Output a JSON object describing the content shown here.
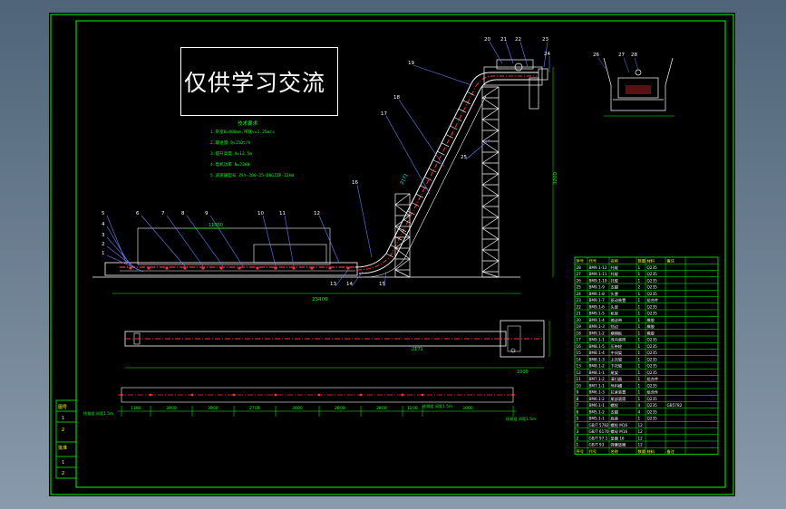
{
  "window": {
    "background": "#6a7f92",
    "paper": "#000000"
  },
  "colors": {
    "frame": "#00ff00",
    "line": "#ffffff",
    "belt": "#ff3030",
    "dim": "#00ff00",
    "leader": "#6f7dff",
    "cyan": "#00ffff",
    "yellow": "#ffff00"
  },
  "watermark": {
    "text": "仅供学习交流"
  },
  "labels": {
    "callouts_side": [
      "5",
      "4",
      "3",
      "2",
      "1",
      "6",
      "7",
      "8",
      "9",
      "10",
      "11",
      "12",
      "13",
      "14",
      "15",
      "16",
      "17",
      "18",
      "19",
      "20",
      "21",
      "22",
      "23",
      "24",
      "25"
    ],
    "callouts_detail": [
      "26",
      "27",
      "28"
    ],
    "dim_total": "23400",
    "dim_height": "3200",
    "dim_len1": "11000",
    "dim_plan": "2171",
    "dim_plan_w": "1000",
    "dim_spacing": [
      "1100",
      "3000",
      "3000",
      "2700",
      "3000",
      "2800",
      "2800",
      "1200",
      "3000"
    ],
    "plan_note_left": "托辊组 间距1.5m",
    "plan_note_right": "托辊组 间距1.5m"
  },
  "notes": {
    "title": "技术要求",
    "lines": [
      "1.带宽B=800mm,带速v=1.25m/s",
      "2.输送量 Q=150t/h",
      "3.提升高度 H=12.5m",
      "4.电机功率 N=22kW",
      "5.减速器型号 ZSY-200-25-DBGZZP-22kW"
    ]
  },
  "bom": {
    "header": [
      "序号",
      "代号",
      "名称",
      "数量",
      "材料",
      "备注"
    ],
    "rows": [
      [
        "28",
        "BM9.1-12",
        "托辊",
        "1",
        "Q235",
        ""
      ],
      [
        "27",
        "BM9.1-11",
        "托辊",
        "1",
        "Q235",
        ""
      ],
      [
        "26",
        "BM9.1-10",
        "托辊",
        "1",
        "Q235",
        ""
      ],
      [
        "25",
        "BM9.1-9",
        "支腿",
        "2",
        "Q235",
        ""
      ],
      [
        "24",
        "BM9.1-8",
        "头罩",
        "1",
        "Q235",
        ""
      ],
      [
        "23",
        "BM9.1-7",
        "驱动装置",
        "1",
        "组合件",
        ""
      ],
      [
        "22",
        "BM9.1-6",
        "头架",
        "1",
        "Q235",
        ""
      ],
      [
        "21",
        "BM9.1-5",
        "机架",
        "1",
        "Q235",
        ""
      ],
      [
        "20",
        "BM9.1-4",
        "输送带",
        "1",
        "橡胶",
        ""
      ],
      [
        "19",
        "BM9.1-3",
        "挡边",
        "1",
        "橡胶",
        ""
      ],
      [
        "18",
        "BM9.1-2",
        "横隔板",
        "1",
        "橡胶",
        ""
      ],
      [
        "17",
        "BM9.1-1",
        "改向滚筒",
        "1",
        "Q235",
        ""
      ],
      [
        "16",
        "BM8.1-5",
        "压带轮",
        "1",
        "Q235",
        ""
      ],
      [
        "15",
        "BM8.1-4",
        "中间架",
        "1",
        "Q235",
        ""
      ],
      [
        "14",
        "BM8.1-3",
        "上托辊",
        "1",
        "Q235",
        ""
      ],
      [
        "13",
        "BM8.1-2",
        "下托辊",
        "1",
        "Q235",
        ""
      ],
      [
        "12",
        "BM8.1-1",
        "尾架",
        "1",
        "Q235",
        ""
      ],
      [
        "11",
        "BM7.1-2",
        "清扫器",
        "1",
        "组合件",
        ""
      ],
      [
        "10",
        "BM7.1-1",
        "导料槽",
        "1",
        "Q235",
        ""
      ],
      [
        "9",
        "BM6.1-3",
        "拉紧装置",
        "1",
        "组合件",
        ""
      ],
      [
        "8",
        "BM6.1-2",
        "尾部滚筒",
        "1",
        "Q235",
        ""
      ],
      [
        "7",
        "BM6.1-1",
        "螺栓",
        "4",
        "Q235",
        "GB5782"
      ],
      [
        "6",
        "BM5.1-2",
        "支腿",
        "4",
        "Q235",
        ""
      ],
      [
        "5",
        "BM5.1-1",
        "底座",
        "1",
        "Q235",
        ""
      ],
      [
        "4",
        "GB/T 5782",
        "螺栓 M16",
        "12",
        "",
        ""
      ],
      [
        "3",
        "GB/T 6170",
        "螺母 M16",
        "12",
        "",
        ""
      ],
      [
        "2",
        "GB/T 97.1",
        "垫圈 16",
        "12",
        "",
        ""
      ],
      [
        "1",
        "GB/T 93",
        "弹簧垫圈",
        "12",
        "",
        ""
      ]
    ],
    "footer": [
      "序号",
      "代号",
      "名称",
      "数量",
      "材料",
      "备注"
    ]
  },
  "left_title_block": {
    "cells": [
      "图号",
      "1",
      "2",
      "批准",
      "1",
      "2"
    ]
  }
}
